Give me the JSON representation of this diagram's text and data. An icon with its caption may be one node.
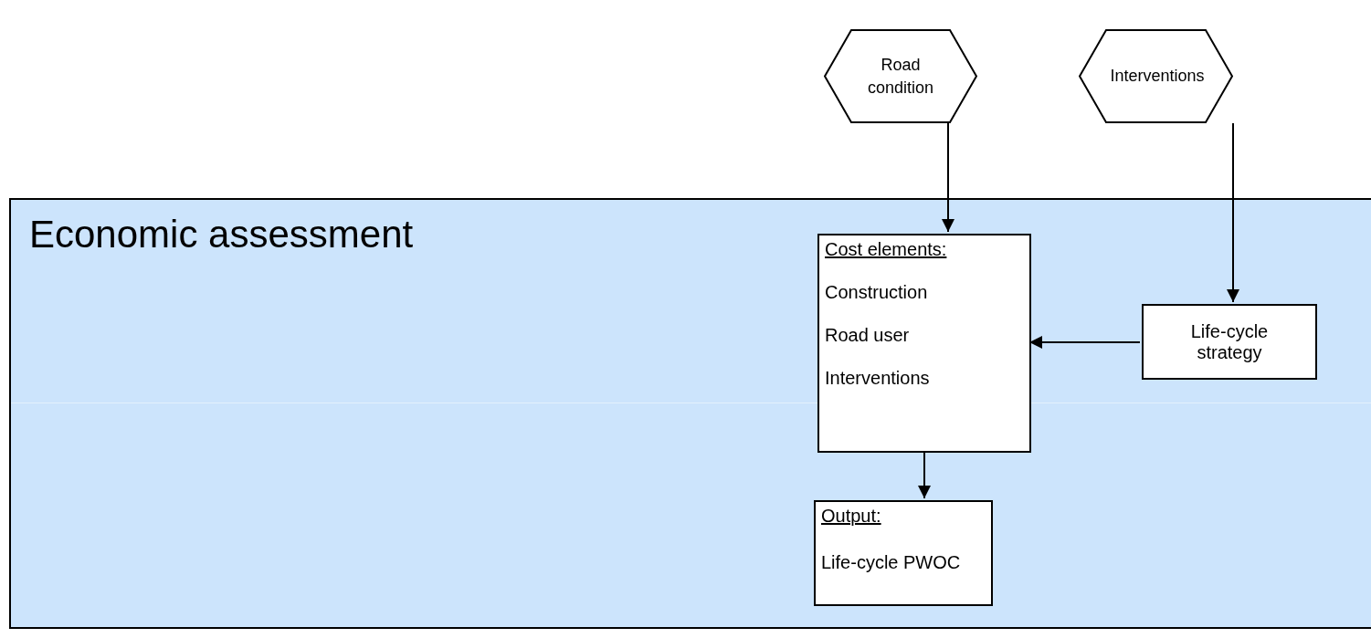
{
  "diagram": {
    "nodes": [
      {
        "text": [
          "Road condition"
        ]
      },
      {
        "text": [
          "Interventions"
        ]
      },
      {
        "text": [
          "Economic assessment"
        ]
      },
      {
        "text": [
          "Cost elements:",
          "Construction",
          "Road user",
          "Interventions"
        ],
        "in": 2
      },
      {
        "text": [
          "Life-cycle strategy"
        ],
        "in": 2
      },
      {
        "text": [
          "Output:",
          "Life-cycle PWOC"
        ],
        "in": 2
      }
    ],
    "edges": [
      {
        "from": 0,
        "to": 3,
        "arrow": "to"
      },
      {
        "from": 1,
        "to": 4,
        "arrow": "to"
      },
      {
        "from": 4,
        "to": 3,
        "arrow": "to"
      },
      {
        "from": 3,
        "to": 5,
        "arrow": "to"
      }
    ]
  }
}
